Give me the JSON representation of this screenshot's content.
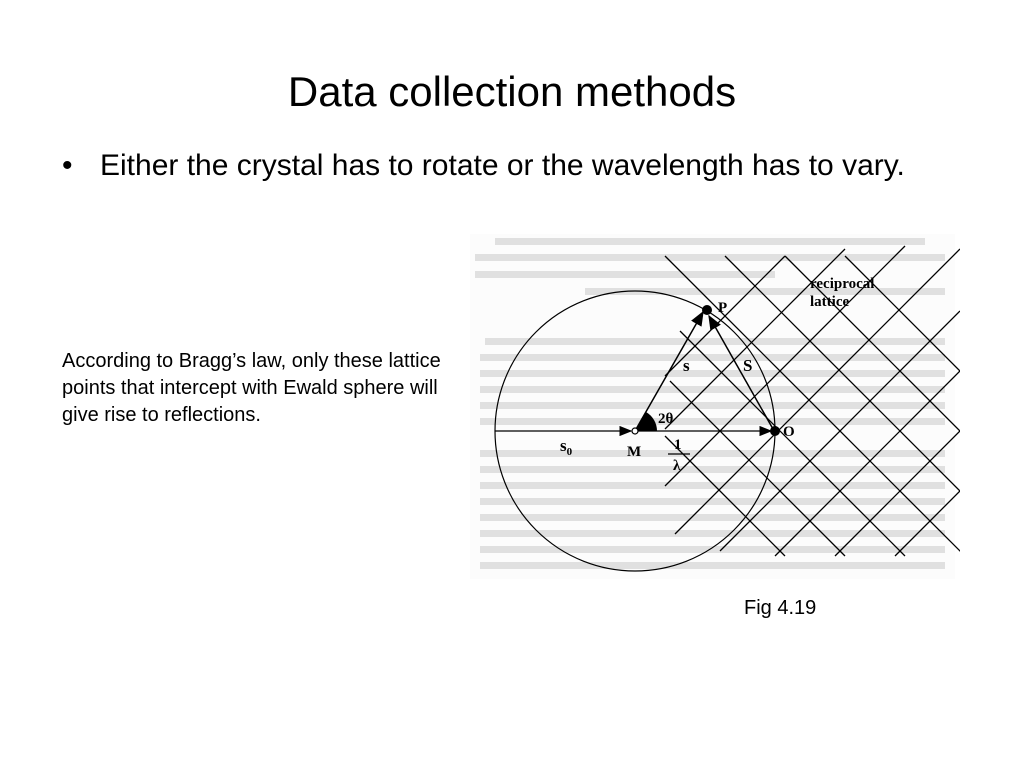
{
  "slide": {
    "title": "Data collection methods",
    "bullets": [
      {
        "marker": "•",
        "text": "Either the crystal has to rotate or the wavelength has to vary."
      }
    ],
    "note": "According to Bragg’s law, only these lattice points that intercept with Ewald sphere will give rise to reflections.",
    "figure_caption": "Fig 4.19"
  },
  "figure": {
    "labels": {
      "lattice_line1": "reciprocal",
      "lattice_line2": "lattice",
      "point_p": "P",
      "vector_s_small": "s",
      "vector_s_big": "S",
      "angle": "2θ",
      "vector_s0": "s",
      "s0_subscript": "0",
      "center_m": "M",
      "origin_o": "O",
      "inverse_num": "1",
      "inverse_den": "λ"
    }
  }
}
